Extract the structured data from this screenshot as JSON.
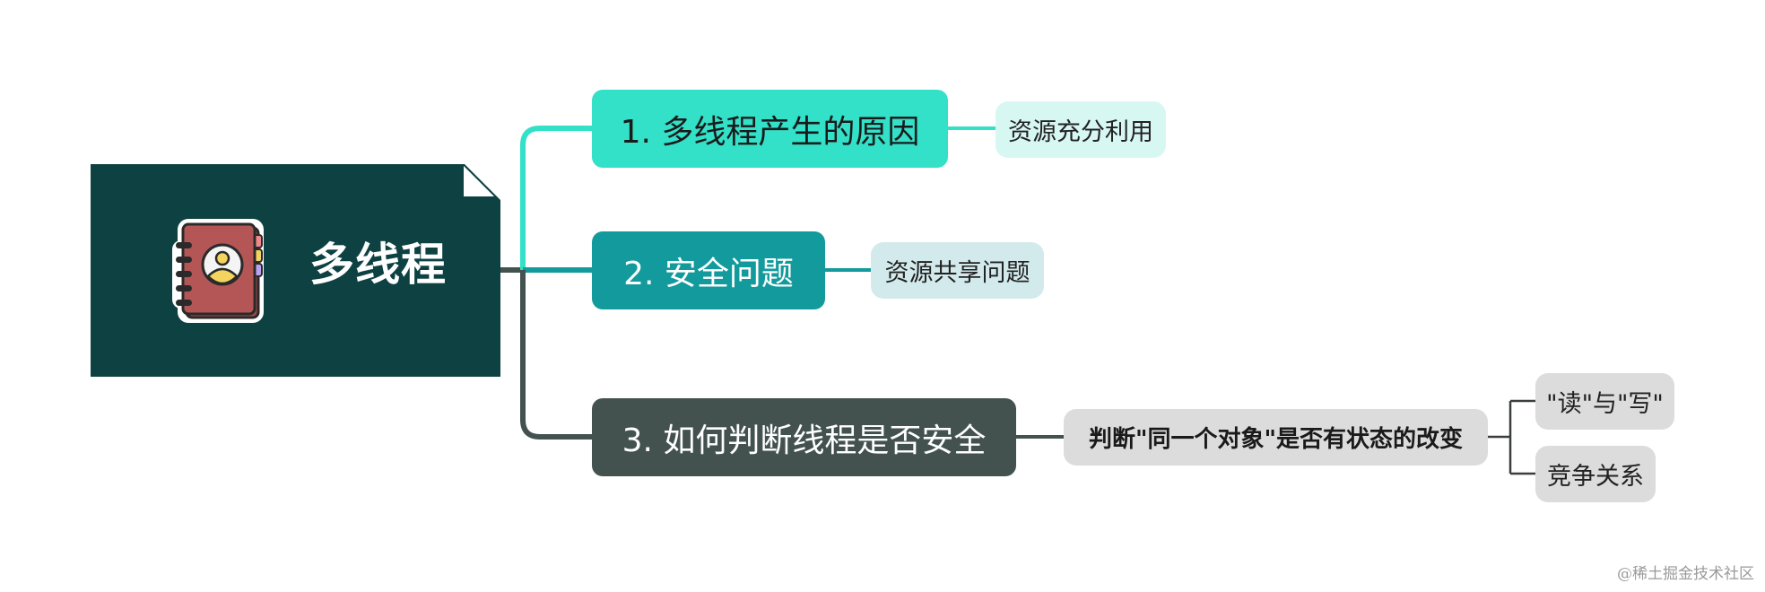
{
  "root": {
    "title": "多线程",
    "icon": "contact-book-icon",
    "color": "#0e4142"
  },
  "branches": [
    {
      "label": "1. 多线程产生的原因",
      "color": "#33e0c8",
      "children": [
        {
          "label": "资源充分利用",
          "color": "#d7f7f3"
        }
      ]
    },
    {
      "label": "2. 安全问题",
      "color": "#139a9c",
      "children": [
        {
          "label": "资源共享问题",
          "color": "#d3eaec"
        }
      ]
    },
    {
      "label": "3. 如何判断线程是否安全",
      "color": "#43524f",
      "children": [
        {
          "label": "判断\"同一个对象\"是否有状态的改变",
          "color": "#dcdcdc",
          "children": [
            {
              "label": "\"读\"与\"写\""
            },
            {
              "label": "竞争关系"
            }
          ]
        }
      ]
    }
  ],
  "watermark": "@稀土掘金技术社区"
}
